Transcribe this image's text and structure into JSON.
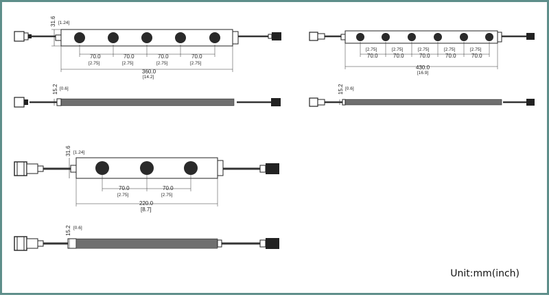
{
  "unit_label": "Unit:mm(inch)",
  "drawings": {
    "d360": {
      "height_mm": "31.6",
      "height_in": "[1.24]",
      "pitch_mm": [
        "70.0",
        "70.0",
        "70.0",
        "70.0"
      ],
      "pitch_in": [
        "[2.75]",
        "[2.75]",
        "[2.75]",
        "[2.75]"
      ],
      "length_mm": "360.0",
      "length_in": "[14.2]",
      "side_height_mm": "15.2",
      "side_height_in": "[0.6]"
    },
    "d430": {
      "pitch_mm": [
        "70.0",
        "70.0",
        "70.0",
        "70.0",
        "70.0"
      ],
      "pitch_in": [
        "[2.75]",
        "[2.75]",
        "[2.75]",
        "[2.75]",
        "[2.75]"
      ],
      "length_mm": "430.0",
      "length_in": "[16.9]",
      "side_height_mm": "15.2",
      "side_height_in": "[0.6]"
    },
    "d220": {
      "height_mm": "31.6",
      "height_in": "[1.24]",
      "pitch_mm": [
        "70.0",
        "70.0"
      ],
      "pitch_in": [
        "[2.75]",
        "[2.75]"
      ],
      "length_mm": "220.0",
      "length_in": "[8.7]",
      "side_height_mm": "15.2",
      "side_height_in": "[0.6]"
    }
  }
}
